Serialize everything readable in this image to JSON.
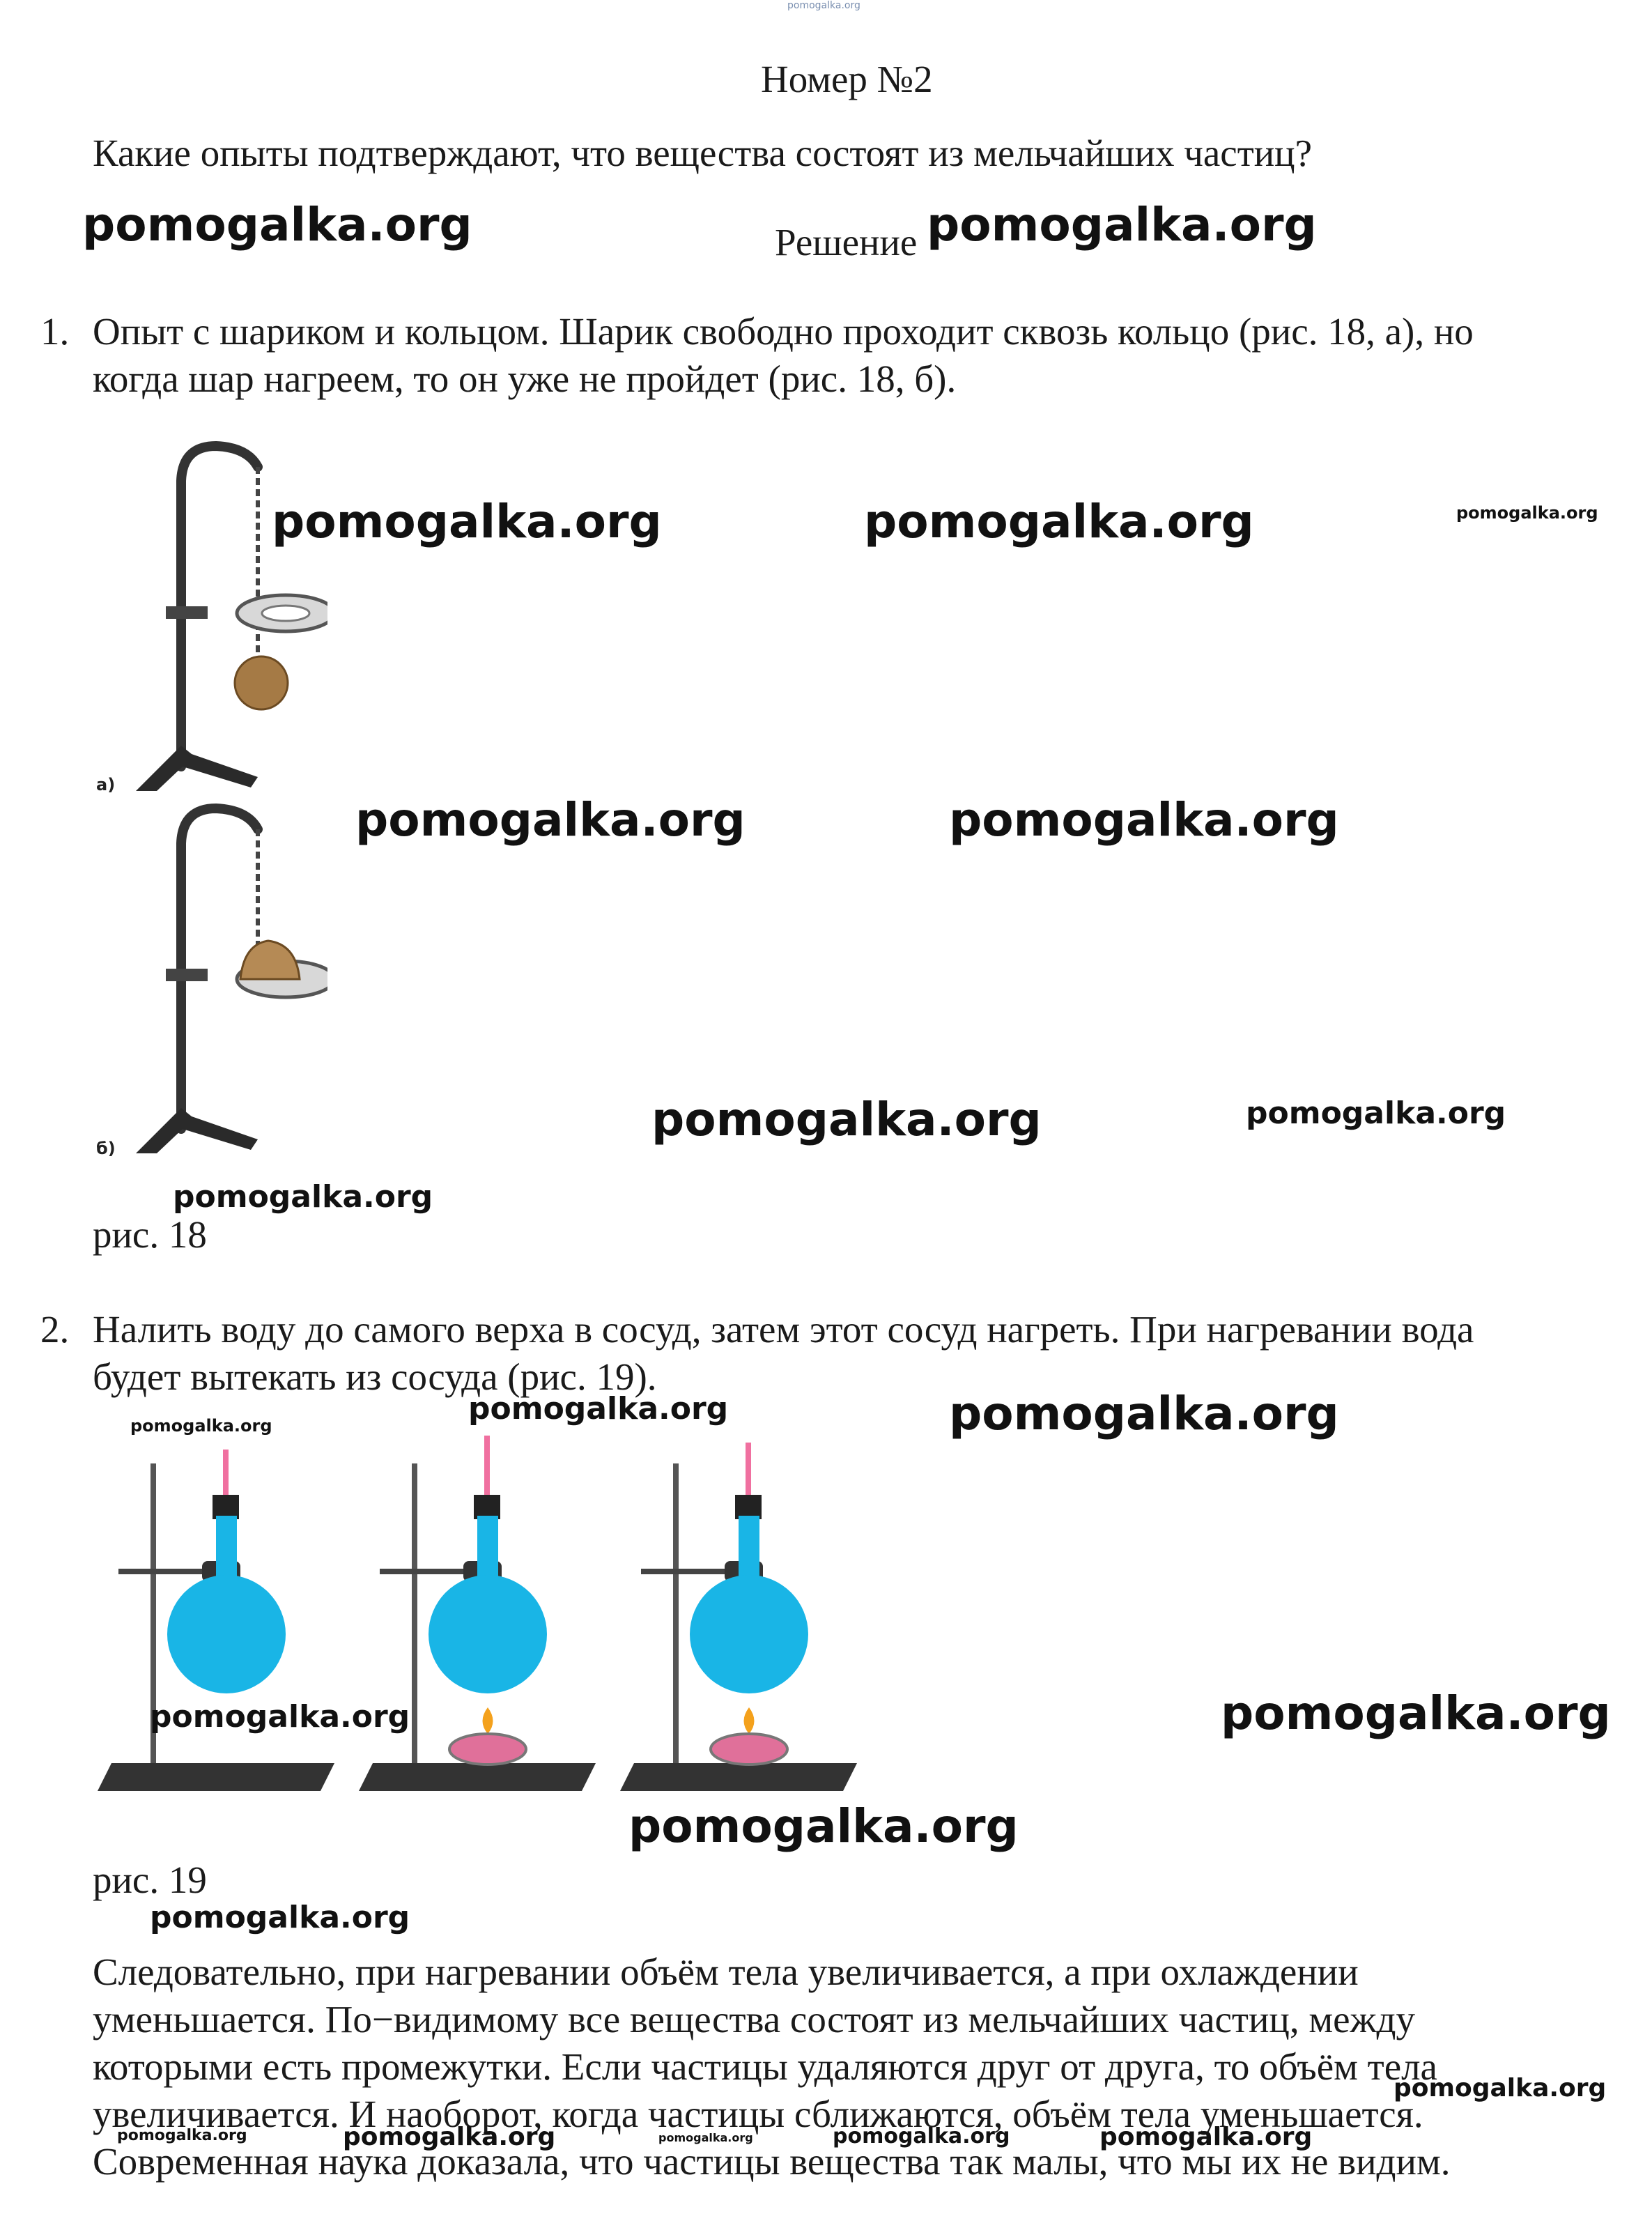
{
  "header_watermark": "pomogalka.org",
  "title": "Номер №2",
  "question": "Какие опыты подтверждают, что вещества состоят из мельчайших частиц?",
  "solution_label": "Решение",
  "items": [
    {
      "number": "1.",
      "lines": [
        "Опыт с шариком и кольцом. Шарик свободно проходит сквозь кольцо (рис. 18, а), но",
        "когда шар нагреем, то он уже не пройдет (рис. 18, б)."
      ]
    },
    {
      "number": "2.",
      "lines": [
        "Налить воду до самого верха в сосуд, затем этот сосуд нагреть. При нагревании вода",
        "будет вытекать из сосуда (рис. 19)."
      ]
    }
  ],
  "figure18": {
    "caption": "рис. 18",
    "label_a": "а)",
    "label_b": "б)"
  },
  "figure19": {
    "caption": "рис. 19"
  },
  "conclusion_lines": [
    "Следовательно, при нагревании объём тела увеличивается, а при охлаждении",
    "уменьшается. По−видимому все вещества состоят из мельчайших частиц, между",
    "которыми есть промежутки. Если частицы удаляются друг от друга, то объём тела",
    "увеличивается. И наоборот, когда частицы сближаются, объём тела уменьшается.",
    "Современная наука доказала, что частицы вещества так малы, что мы их не видим."
  ],
  "watermark": "pomogalka.org",
  "colors": {
    "water": "#19b5e6",
    "ball": "#a57a45",
    "stand": "#333333",
    "flame": "#f4a11c",
    "burner": "#e0709a"
  }
}
